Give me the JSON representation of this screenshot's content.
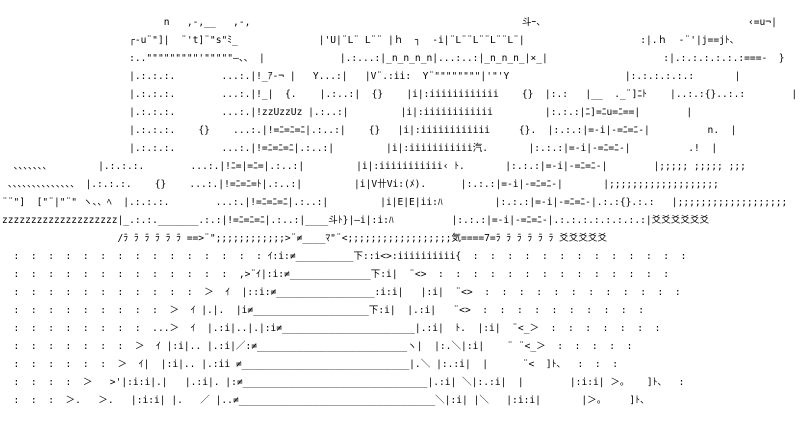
{
  "art": {
    "description_free": true,
    "text_color": "#000000",
    "background_color": "#ffffff",
    "lines": [
      "                            n   ,-,__   ,-,                                               斗ｰ、                                   ‹=u¬|",
      "                      ┌-u¨\"]|  ¨'t]¨\"s\"ﾐ_              |'U|¨L¨ L¨¨ |ｈ  ┐  -i|¨L¨¨L¨¨L¨¨L¨|                    :|.ｈ  -¨'|j==jﾄ、",
      "                      :..\"\"\"\"\"\"\"\"\"'\"\"\"\"\"—、、 |             |.:...:|_n_n_n_n|...:..:|_n_n_n_|×_|                    :|.:.:.:.:.:.:===-  }",
      "                      |.:.:.:.        ...:.|!_ｱ-¬ |   Y...:|   |V¨.:ii:  Y¨\"\"\"\"\"\"\"\"|'\"'Y                    |:.:.:.:.:.:       |",
      "                      |.:.:.:.        ...:.|!_|  {.    |.:..:|  {}    |i|:iiiiiiiiiiii    {}  |:.:   |__  ._¨]ﾆﾄ    |..:.:{}..:.:        |",
      "                      |.:.:.:.        ...:.|!zzUzzUz |.:..:|         |i|:iiiiiiiiiiii         |:.:.:|ﾆ]=ﾆu=ﾆ==|        |",
      "                      |.:.:.:.    {}    ...:.|!=ﾆ=ﾆ=ﾆ|.:..:|    {}   |i|:iiiiiiiiiiii     {}.  |:.:.:|=-i|-=ﾆ=ﾆ-|          n.  |",
      "                      |.:.:.:.        ...:.|!=ﾆ=ﾆ=ﾆ|.:..:|         |i|:iiiiiiiiiii汽.       |:.:.:|=-i|-=ﾆ=ﾆ-|          .!  |",
      "  、、、、、、、        |.:.:.:.        ...:.|!ﾆ=|=ﾆ=|.:..:|         |i|:iiiiiiiiiii‹ ﾄ.       |:.:.:|=-i|-=ﾆ=ﾆ-|        |;;;;; ;;;;; ;;;",
      " 、、、、、、、、、、、、、、 |.:.:.:.    {}    ...:.|!=ﾆ=ﾆ=ﾄ|.:..:|         |i|V卄Vi:(ﾒ).      |:.:.:|=-i|-=ﾆ=ﾆ-|       |;;;;;;;;;;;;;;;;;;;",
      "¨¨\"]  [\"¨|\"¨\" ヽ、、ﾍ  |.:.:.:.        ...:.|!=ﾆ=ﾆ=ﾆ|.:..:|         |i|E|E|ii:ﾊ         |:.:.:|=-i|-=ﾆ=ﾆ-|.:.:{}.:.:   |;;;;;;;;;;;;;;;;;;;",
      "zzzzzzzzzzzzzzzzzzzz|_.:.:._______.:.:|!=ﾆ=ﾆ=ﾆ|.:..:|____斗ﾄ}|—i|:i:ﾊ          |:.:.:|=-i|-=ﾆ=ﾆ-|.:.:.:.:.:.:.:.:|爻爻爻爻爻爻",
      "                    /ﾗ ﾗ ﾗ ﾗ ﾗ ﾗ ==>¨\";;;;;;;;;;;;>¨≠____ﾏ\"¨<;;;;;;;;;;;;;;;;;;気====7=ﾗ ﾗ ﾗ ﾗ ﾗ ﾗ 爻爻爻爻爻",
      "  :  :  :  :  :  :  :  :  :  :  :  :  :  :  : ｲ:i:≠__________下::i<>:iiiiiiiiii{  :  :  :  :  :  :  :  :  :  :  :  :  :",
      "  :  :  :  :  :  :  :  :  :  :  :  :  :  ,>¨ｲ|:i:≠______________下:i|  ¨<>  :  :  :  :  :  :  :  :  :  :  :  :  :  :",
      "  :  :  :  :  :  :  :  :  :  :  :  ＞  ｲ  |::i:≠_________________:i:i|   |:i|  ¨<>  :  :  :  :  :  :  :  :  :  :  :  :",
      "  :  :  :  :  :  :  :  :  :  ＞  ｲ |.|.  |i≠____________________下:i|  |.:i|   ¨<>  :  :  :  :  :  :  :  :  :  :",
      "  :  :  :  :  :  :  :  :  ...＞  ｲ  |.:i|..|.|:i≠_______________________|.:i|  ﾄ.  |:i|  ¨<_＞  :  :  :  :  :  :  :",
      "  :  :  :  :  :  :  :  ＞  ｲ |:i|.. |.:i|／:≠__________________________ヽ|  |:.＼|:i|    ¨ ¨<_＞  :  :  :  :  :",
      "  :  :  :  :  :  :  ＞  ｲ|  |:i|.. |.:ii ≠_____________________________|.＼ |:.:i|  |      ¨<  ]ﾄ、  :  :  :",
      "  :  :  :  :  ＞   >'|:i:i|.|   |.:i|. |:≠________________________________|.:i| ＼|:.:i|  |        |:i:i| ＞。   ]ﾄ、  :",
      "  :  :  :  ＞.   ＞.   |:i:i| |.   ／ |..≠__________________________________＼|:i| |＼   |:i:i|       |＞。    ]ﾄ、"
    ]
  }
}
